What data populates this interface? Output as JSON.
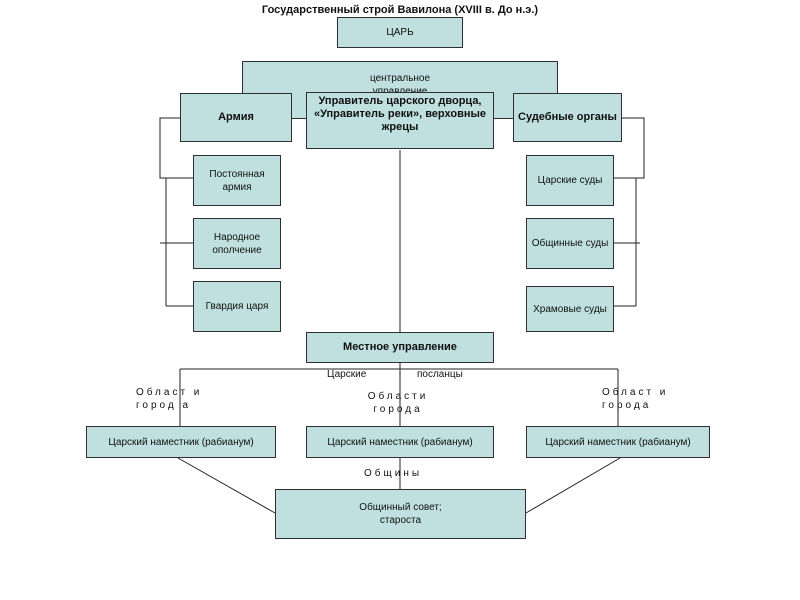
{
  "title": "Государственный строй Вавилона (XVIII в. До н.э.)",
  "king": "ЦАРЬ",
  "central_label": "центральное управление",
  "palace_head": "Управитель царского дворца, «Управитель реки», верховные жрецы",
  "army": {
    "title": "Армия",
    "items": [
      "Постоянная армия",
      "Народное ополчение",
      "Гвардия царя"
    ]
  },
  "courts": {
    "title": "Судебные органы",
    "items": [
      "Царские суды",
      "Общинные суды",
      "Храмовые суды"
    ]
  },
  "local": "Местное управление",
  "envoys_left": "Царские",
  "envoys_right": "посланцы",
  "regions": [
    {
      "label": "Област и город а",
      "governor": "Царский наместник (рабианум)"
    },
    {
      "label": "Области города",
      "governor": "Царский наместник (рабианум)"
    },
    {
      "label": "Област и города",
      "governor": "Царский наместник (рабианум)"
    }
  ],
  "communities_label": "Общины",
  "council": "Общинный совет; староста"
}
